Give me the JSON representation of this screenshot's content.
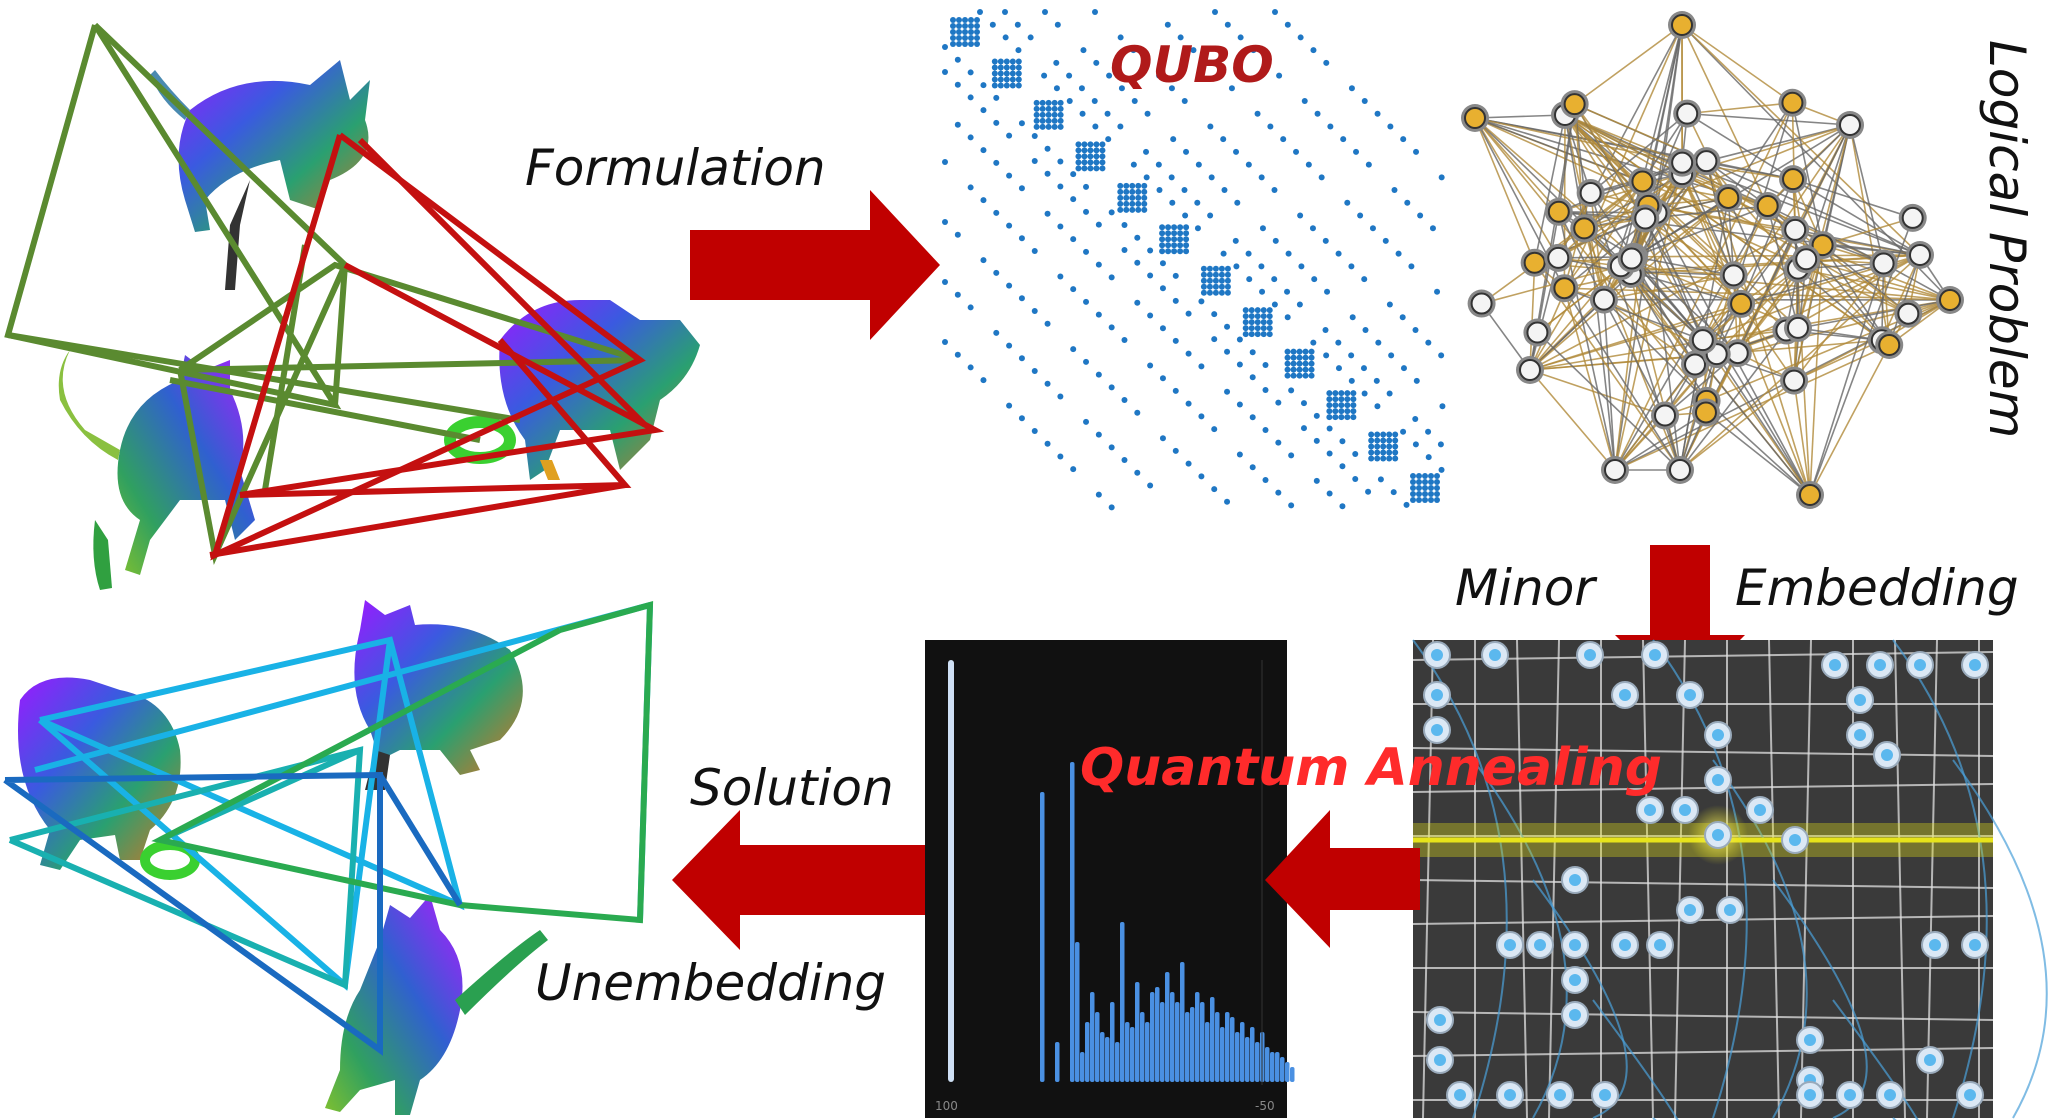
{
  "labels": {
    "formulation": "Formulation",
    "qubo": "QUBO",
    "logical_problem": "Logical Problem",
    "minor": "Minor",
    "embedding": "Embedding",
    "quantum_annealing": "Quantum Annealing",
    "solution": "Solution",
    "unembedding": "Unembedding",
    "histogram_tick_left": "100",
    "histogram_tick_right": "-50"
  },
  "colors": {
    "arrow": "#c00000",
    "qubo_dots": "#1f77c4",
    "graph_edge": "#b08a3a",
    "node_gold": "#e8b030",
    "node_white": "#f4f4f4",
    "chimera_bg": "#3a3a3a",
    "chimera_node": "#5bb8ee",
    "highlight_line": "#e6e31a",
    "hist_bg": "#111111",
    "hist_bar": "#4a90e2",
    "tri_green": "#5a8a30",
    "tri_red": "#c41010",
    "tri_cyan": "#19b2e6",
    "tri_teal": "#19b0b0",
    "tri_blue": "#1a6ac0",
    "tri_lime": "#2aaa50"
  },
  "icons": {
    "cat_shape": "cat-mesh-icon",
    "arrow": "thick-arrow-icon"
  }
}
